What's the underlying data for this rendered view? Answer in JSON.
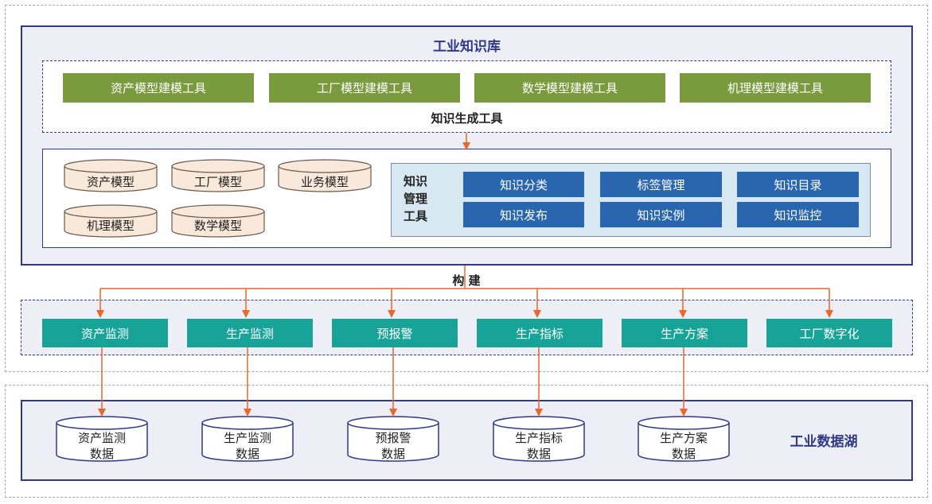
{
  "knowledge_base": {
    "title": "工业知识库",
    "gen_tools_label": "知识生成工具",
    "gen_tools": [
      "资产模型建模工具",
      "工厂模型建模工具",
      "数学模型建模工具",
      "机理模型建模工具"
    ],
    "models": [
      "资产模型",
      "工厂模型",
      "业务模型",
      "机理模型",
      "数学模型"
    ],
    "mgmt_label": [
      "知识",
      "管理",
      "工具"
    ],
    "mgmt_items": [
      "知识分类",
      "标签管理",
      "知识目录",
      "知识发布",
      "知识实例",
      "知识监控"
    ]
  },
  "build_label": "构 建",
  "applications": [
    "资产监测",
    "生产监测",
    "预报警",
    "生产指标",
    "生产方案",
    "工厂数字化"
  ],
  "data_lake": {
    "title": "工业数据湖",
    "stores": [
      [
        "资产监测",
        "数据"
      ],
      [
        "生产监测",
        "数据"
      ],
      [
        "预报警",
        "数据"
      ],
      [
        "生产指标",
        "数据"
      ],
      [
        "生产方案",
        "数据"
      ]
    ]
  },
  "colors": {
    "frame": "#2f3a86",
    "panel_bg": "#edeef6",
    "gen_tool": "#7a9a3e",
    "mgmt_item": "#2a66ad",
    "application": "#17a398",
    "arrow": "#e8672a",
    "model_cylinder": "#f8e9da",
    "store_cylinder": "#ffffff"
  }
}
